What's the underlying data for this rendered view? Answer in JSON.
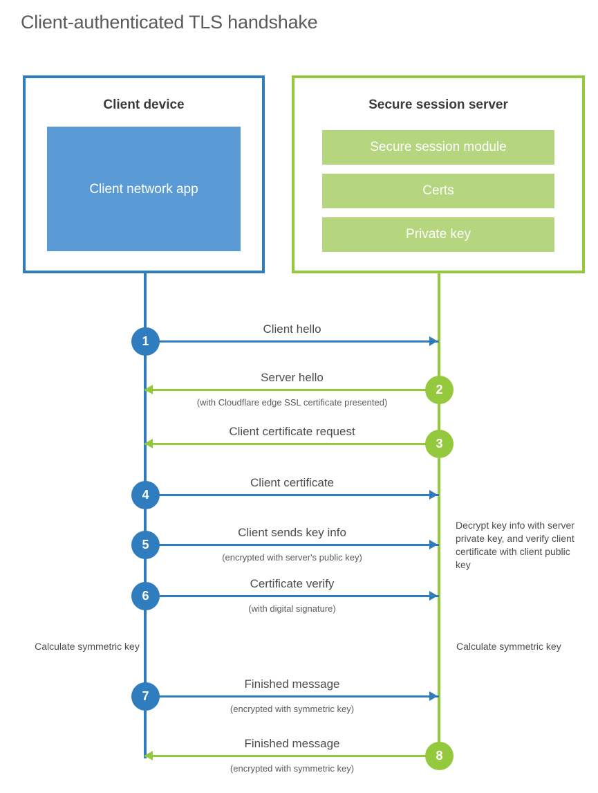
{
  "title": "Client-authenticated TLS handshake",
  "colors": {
    "client_blue": "#2f7cbf",
    "client_fill": "#5b9bd5",
    "server_green": "#95c93d",
    "server_fill": "#b5d57f",
    "title_gray": "#5a5a5a",
    "text_gray": "#4c4c4c",
    "background": "#ffffff"
  },
  "actors": {
    "client": {
      "title": "Client device",
      "blocks": [
        "Client network app"
      ]
    },
    "server": {
      "title": "Secure session server",
      "blocks": [
        "Secure session module",
        "Certs",
        "Private key"
      ]
    }
  },
  "steps": [
    {
      "number": "1",
      "label": "Client hello",
      "sublabel": "",
      "direction": "client-to-server"
    },
    {
      "number": "2",
      "label": "Server hello",
      "sublabel": "(with Cloudflare edge SSL certificate presented)",
      "direction": "server-to-client"
    },
    {
      "number": "3",
      "label": "Client certificate request",
      "sublabel": "",
      "direction": "server-to-client"
    },
    {
      "number": "4",
      "label": "Client certificate",
      "sublabel": "",
      "direction": "client-to-server"
    },
    {
      "number": "5",
      "label": "Client sends key info",
      "sublabel": "(encrypted with server's public key)",
      "direction": "client-to-server"
    },
    {
      "number": "6",
      "label": "Certificate verify",
      "sublabel": "(with digital signature)",
      "direction": "client-to-server"
    },
    {
      "number": "7",
      "label": "Finished message",
      "sublabel": "(encrypted with symmetric key)",
      "direction": "client-to-server"
    },
    {
      "number": "8",
      "label": "Finished message",
      "sublabel": "(encrypted with symmetric key)",
      "direction": "server-to-client"
    }
  ],
  "notes": {
    "decrypt": "Decrypt key info with server private key, and verify client certificate with client public key",
    "client_symmetric": "Calculate symmetric key",
    "server_symmetric": "Calculate symmetric key"
  }
}
